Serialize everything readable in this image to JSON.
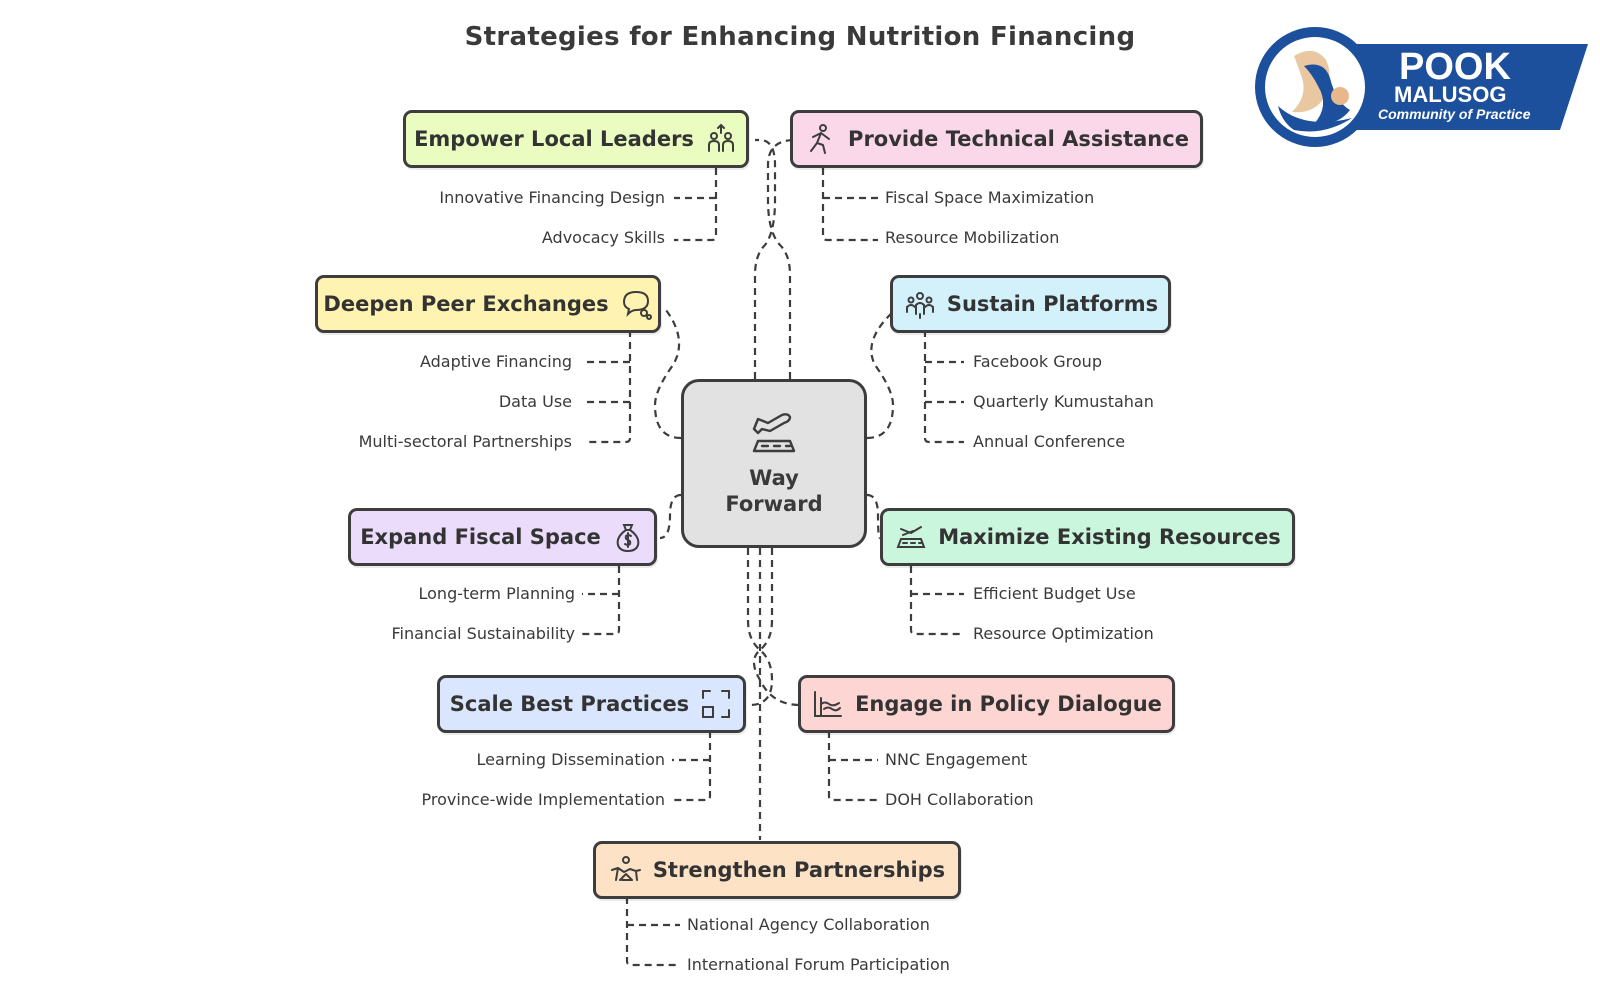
{
  "title": "Strategies for Enhancing Nutrition Financing",
  "center": {
    "line1": "Way",
    "line2": "Forward",
    "icon": "plane-landing-icon"
  },
  "logo": {
    "line1": "POOK",
    "line2": "MALUSOG",
    "line3": "Community of Practice",
    "icon": "mother-child-logo-icon"
  },
  "strategies": [
    {
      "id": "empower",
      "label": "Empower Local Leaders",
      "icon": "people-growth-icon",
      "color": "#eafcbf",
      "items": [
        "Innovative Financing Design",
        "Advocacy Skills"
      ]
    },
    {
      "id": "technical",
      "label": "Provide Technical Assistance",
      "icon": "runner-icon",
      "color": "#fbd7ea",
      "items": [
        "Fiscal Space Maximization",
        "Resource Mobilization"
      ]
    },
    {
      "id": "peer",
      "label": "Deepen Peer Exchanges",
      "icon": "speech-bubble-icon",
      "color": "#fef3b0",
      "items": [
        "Adaptive Financing",
        "Data Use",
        "Multi-sectoral Partnerships"
      ]
    },
    {
      "id": "platforms",
      "label": "Sustain Platforms",
      "icon": "group-icon",
      "color": "#d3f1fb",
      "items": [
        "Facebook Group",
        "Quarterly Kumustahan",
        "Annual Conference"
      ]
    },
    {
      "id": "fiscal",
      "label": "Expand Fiscal Space",
      "icon": "money-bag-icon",
      "color": "#ecdcfb",
      "items": [
        "Long-term Planning",
        "Financial Sustainability"
      ]
    },
    {
      "id": "resources",
      "label": "Maximize Existing Resources",
      "icon": "resource-stack-icon",
      "color": "#c9f6dd",
      "items": [
        "Efficient Budget Use",
        "Resource Optimization"
      ]
    },
    {
      "id": "scale",
      "label": "Scale Best Practices",
      "icon": "scale-squares-icon",
      "color": "#d9e6fd",
      "items": [
        "Learning Dissemination",
        "Province-wide Implementation"
      ]
    },
    {
      "id": "policy",
      "label": "Engage in Policy Dialogue",
      "icon": "chart-waves-icon",
      "color": "#fdd5d3",
      "items": [
        "NNC Engagement",
        "DOH Collaboration"
      ]
    },
    {
      "id": "partnerships",
      "label": "Strengthen Partnerships",
      "icon": "handshake-icon",
      "color": "#fde2c6",
      "items": [
        "National Agency Collaboration",
        "International Forum Participation"
      ]
    }
  ]
}
